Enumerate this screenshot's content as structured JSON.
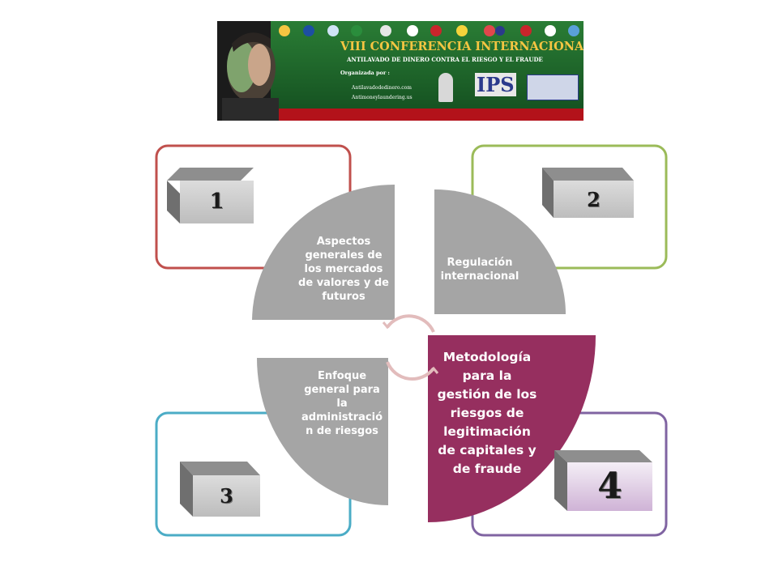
{
  "banner": {
    "title": "VIII CONFERENCIA INTERNACIONAL",
    "subtitle": "ANTILAVADO DE DINERO CONTRA EL RIESGO Y EL FRAUDE",
    "organized_by": "Organizada por :",
    "site1": "Antilavadodedinero.com",
    "site2": "Antimoneylaundering.us",
    "logo_ips": "IPS",
    "colors": {
      "green": "#1e6a2d",
      "red": "#b3121a",
      "gold": "#f5c542"
    }
  },
  "segments": [
    {
      "number": "1",
      "text": "Aspectos generales de los mercados de valores y de futuros",
      "color": "#a5a5a5",
      "frame": "#c0504d"
    },
    {
      "number": "2",
      "text": "Regulación internacional",
      "color": "#a5a5a5",
      "frame": "#9bbb59"
    },
    {
      "number": "3",
      "text": "Enfoque general para la administración de riesgos",
      "color": "#a5a5a5",
      "frame": "#4bacc6"
    },
    {
      "number": "4",
      "text": "Metodología para la gestión de los riesgos de legitimación de capitales y de fraude",
      "color": "#962f5f",
      "frame": "#8064a2"
    }
  ],
  "labels": {
    "seg1": [
      "Aspectos",
      "generales de",
      "los mercados",
      "de valores y de",
      "futuros"
    ],
    "seg2": [
      "Regulación",
      "internacional"
    ],
    "seg3": [
      "Enfoque",
      "general para",
      "la",
      "administració",
      "n de riesgos"
    ],
    "seg4": [
      "Metodología",
      "para la",
      "gestión de los",
      "riesgos de",
      "legitimación",
      "de capitales y",
      "de fraude"
    ]
  },
  "cubes": {
    "c1": "1",
    "c2": "2",
    "c3": "3",
    "c4": "4"
  },
  "icons": [
    "cycle-arrows-icon"
  ]
}
